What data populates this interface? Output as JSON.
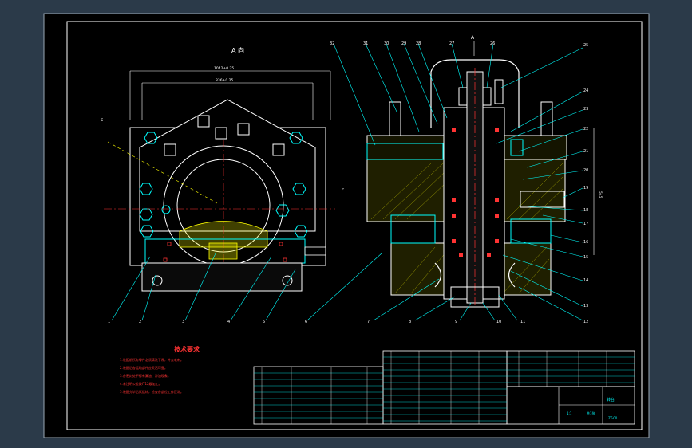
{
  "view_title": "A 向",
  "section_marker": "A",
  "section_left": "c",
  "section_right": "c",
  "dimension_top": "1042±0.25",
  "dimension_second": "836±0.25",
  "dimension_right": "545",
  "callouts_top": [
    "32",
    "31",
    "30",
    "29",
    "28",
    "27",
    "26",
    "25"
  ],
  "callouts_right": [
    "24",
    "23",
    "22",
    "21",
    "20",
    "19",
    "18",
    "17",
    "16",
    "15",
    "14",
    "13",
    "12"
  ],
  "callouts_bottom": [
    "11",
    "10",
    "9",
    "8",
    "7",
    "6",
    "5",
    "4",
    "3",
    "2",
    "1"
  ],
  "tech_title": "技术要求",
  "tech_notes": [
    "1.装配前所有零件必须清洗干净，并去毛刺。",
    "2.装配后各运动部件应灵活可靠。",
    "3.各密封处不得有漏油、渗油现象。",
    "4.未注明公差按IT12级加工。",
    "5.装配完毕后试运转，检查各部位工作正常。"
  ],
  "title_block": {
    "drawing_name": "转台",
    "scale": "1:1",
    "sheet": "共1张",
    "drawing_no": "ZT-00"
  }
}
